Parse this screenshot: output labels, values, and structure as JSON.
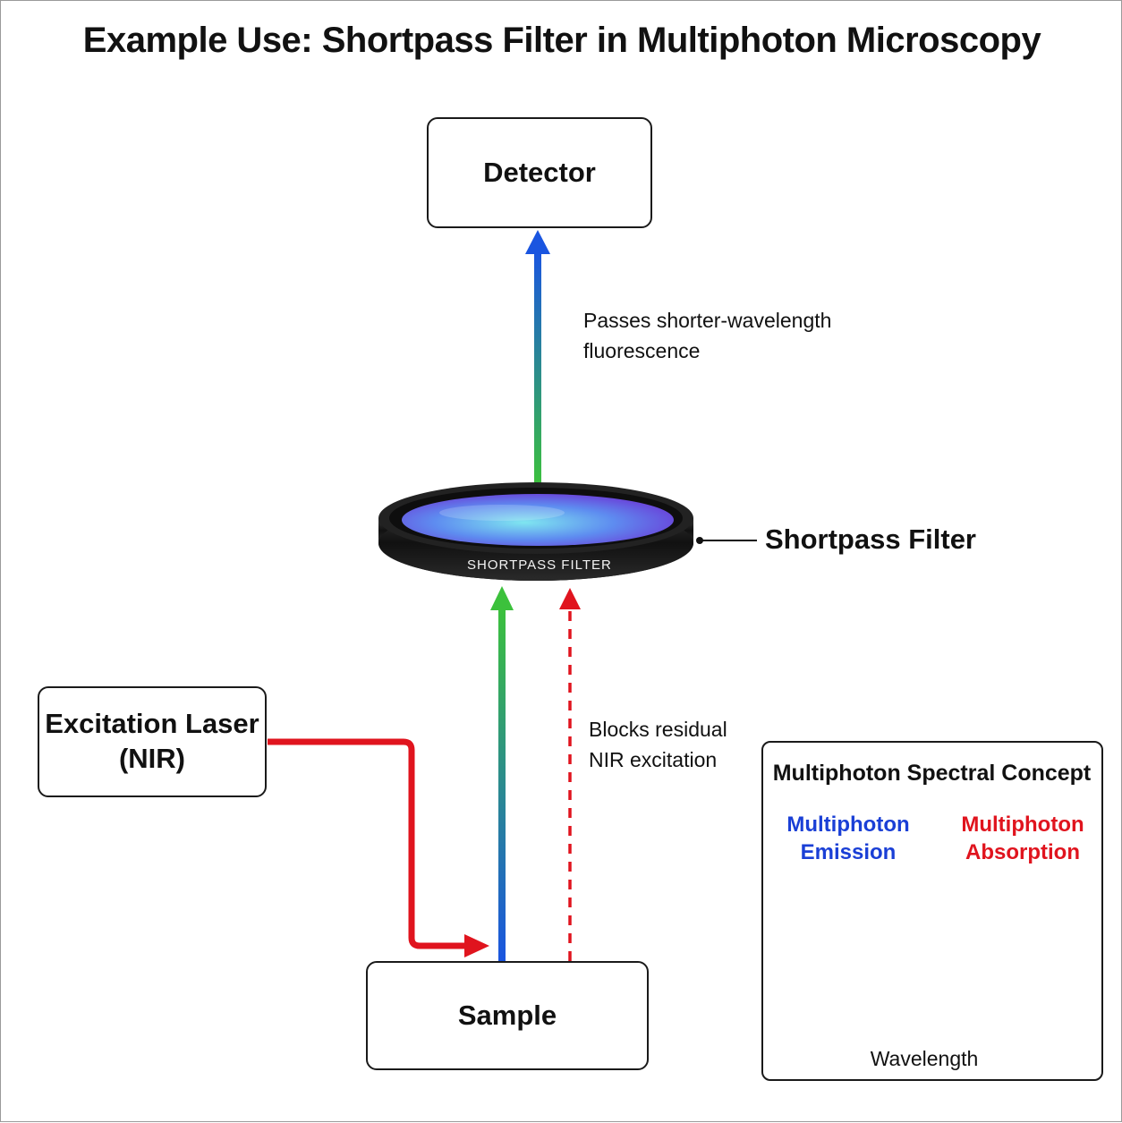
{
  "title": "Example Use: Shortpass Filter in Multiphoton Microscopy",
  "detector": {
    "label": "Detector"
  },
  "laser": {
    "line1": "Excitation Laser",
    "line2": "(NIR)"
  },
  "sample": {
    "label": "Sample"
  },
  "filter": {
    "ring_text": "SHORTPASS FILTER",
    "callout": "Shortpass Filter"
  },
  "notes": {
    "pass_line1": "Passes shorter-wavelength",
    "pass_line2": "fluorescence",
    "block_line1": "Blocks residual",
    "block_line2": "NIR excitation"
  },
  "spectral": {
    "title": "Multiphoton Spectral Concept",
    "emission_line1": "Multiphoton",
    "emission_line2": "Emission",
    "absorption_line1": "Multiphoton",
    "absorption_line2": "Absorption",
    "axis_label": "Wavelength"
  },
  "colors": {
    "emission": "#1a3fd6",
    "excitation": "#e0141e",
    "fluorescence_green": "#3cc13c"
  }
}
